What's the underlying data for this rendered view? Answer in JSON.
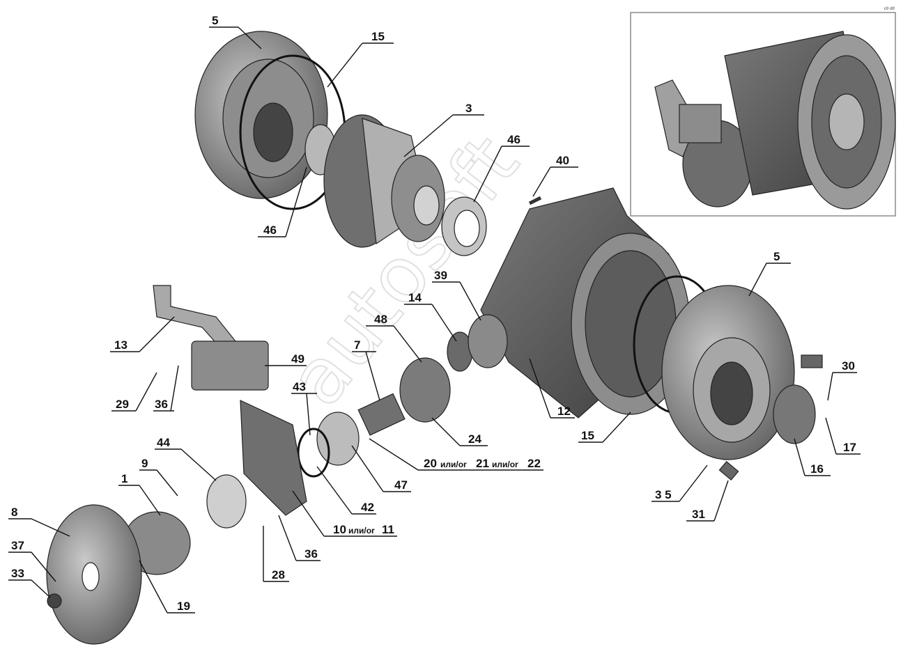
{
  "watermark": "autosoft",
  "inset_corner_mark": "c0 d0",
  "colors": {
    "part_dark": "#5a5a5a",
    "part_mid": "#8a8a8a",
    "part_light": "#bdbdbd",
    "line": "#111111"
  },
  "labels": {
    "l5a": "5",
    "l15a": "15",
    "l3": "3",
    "l46a": "46",
    "l46b": "46",
    "l40": "40",
    "l5b": "5",
    "l39": "39",
    "l14": "14",
    "l48": "48",
    "l7": "7",
    "l13": "13",
    "l49": "49",
    "l29": "29",
    "l36a": "36",
    "l43": "43",
    "l44": "44",
    "l9": "9",
    "l1": "1",
    "l8": "8",
    "l37": "37",
    "l33": "33",
    "l19": "19",
    "l28": "28",
    "l36b": "36",
    "l10a": "10",
    "l10or": "или/or",
    "l10b": "11",
    "l42": "42",
    "l47": "47",
    "l20a": "20",
    "l20or1": "или/or",
    "l20b": "21",
    "l20or2": "или/or",
    "l20c": "22",
    "l24": "24",
    "l12": "12",
    "l15b": "15",
    "l30": "30",
    "l17": "17",
    "l16": "16",
    "l35": "3 5",
    "l31": "31"
  }
}
